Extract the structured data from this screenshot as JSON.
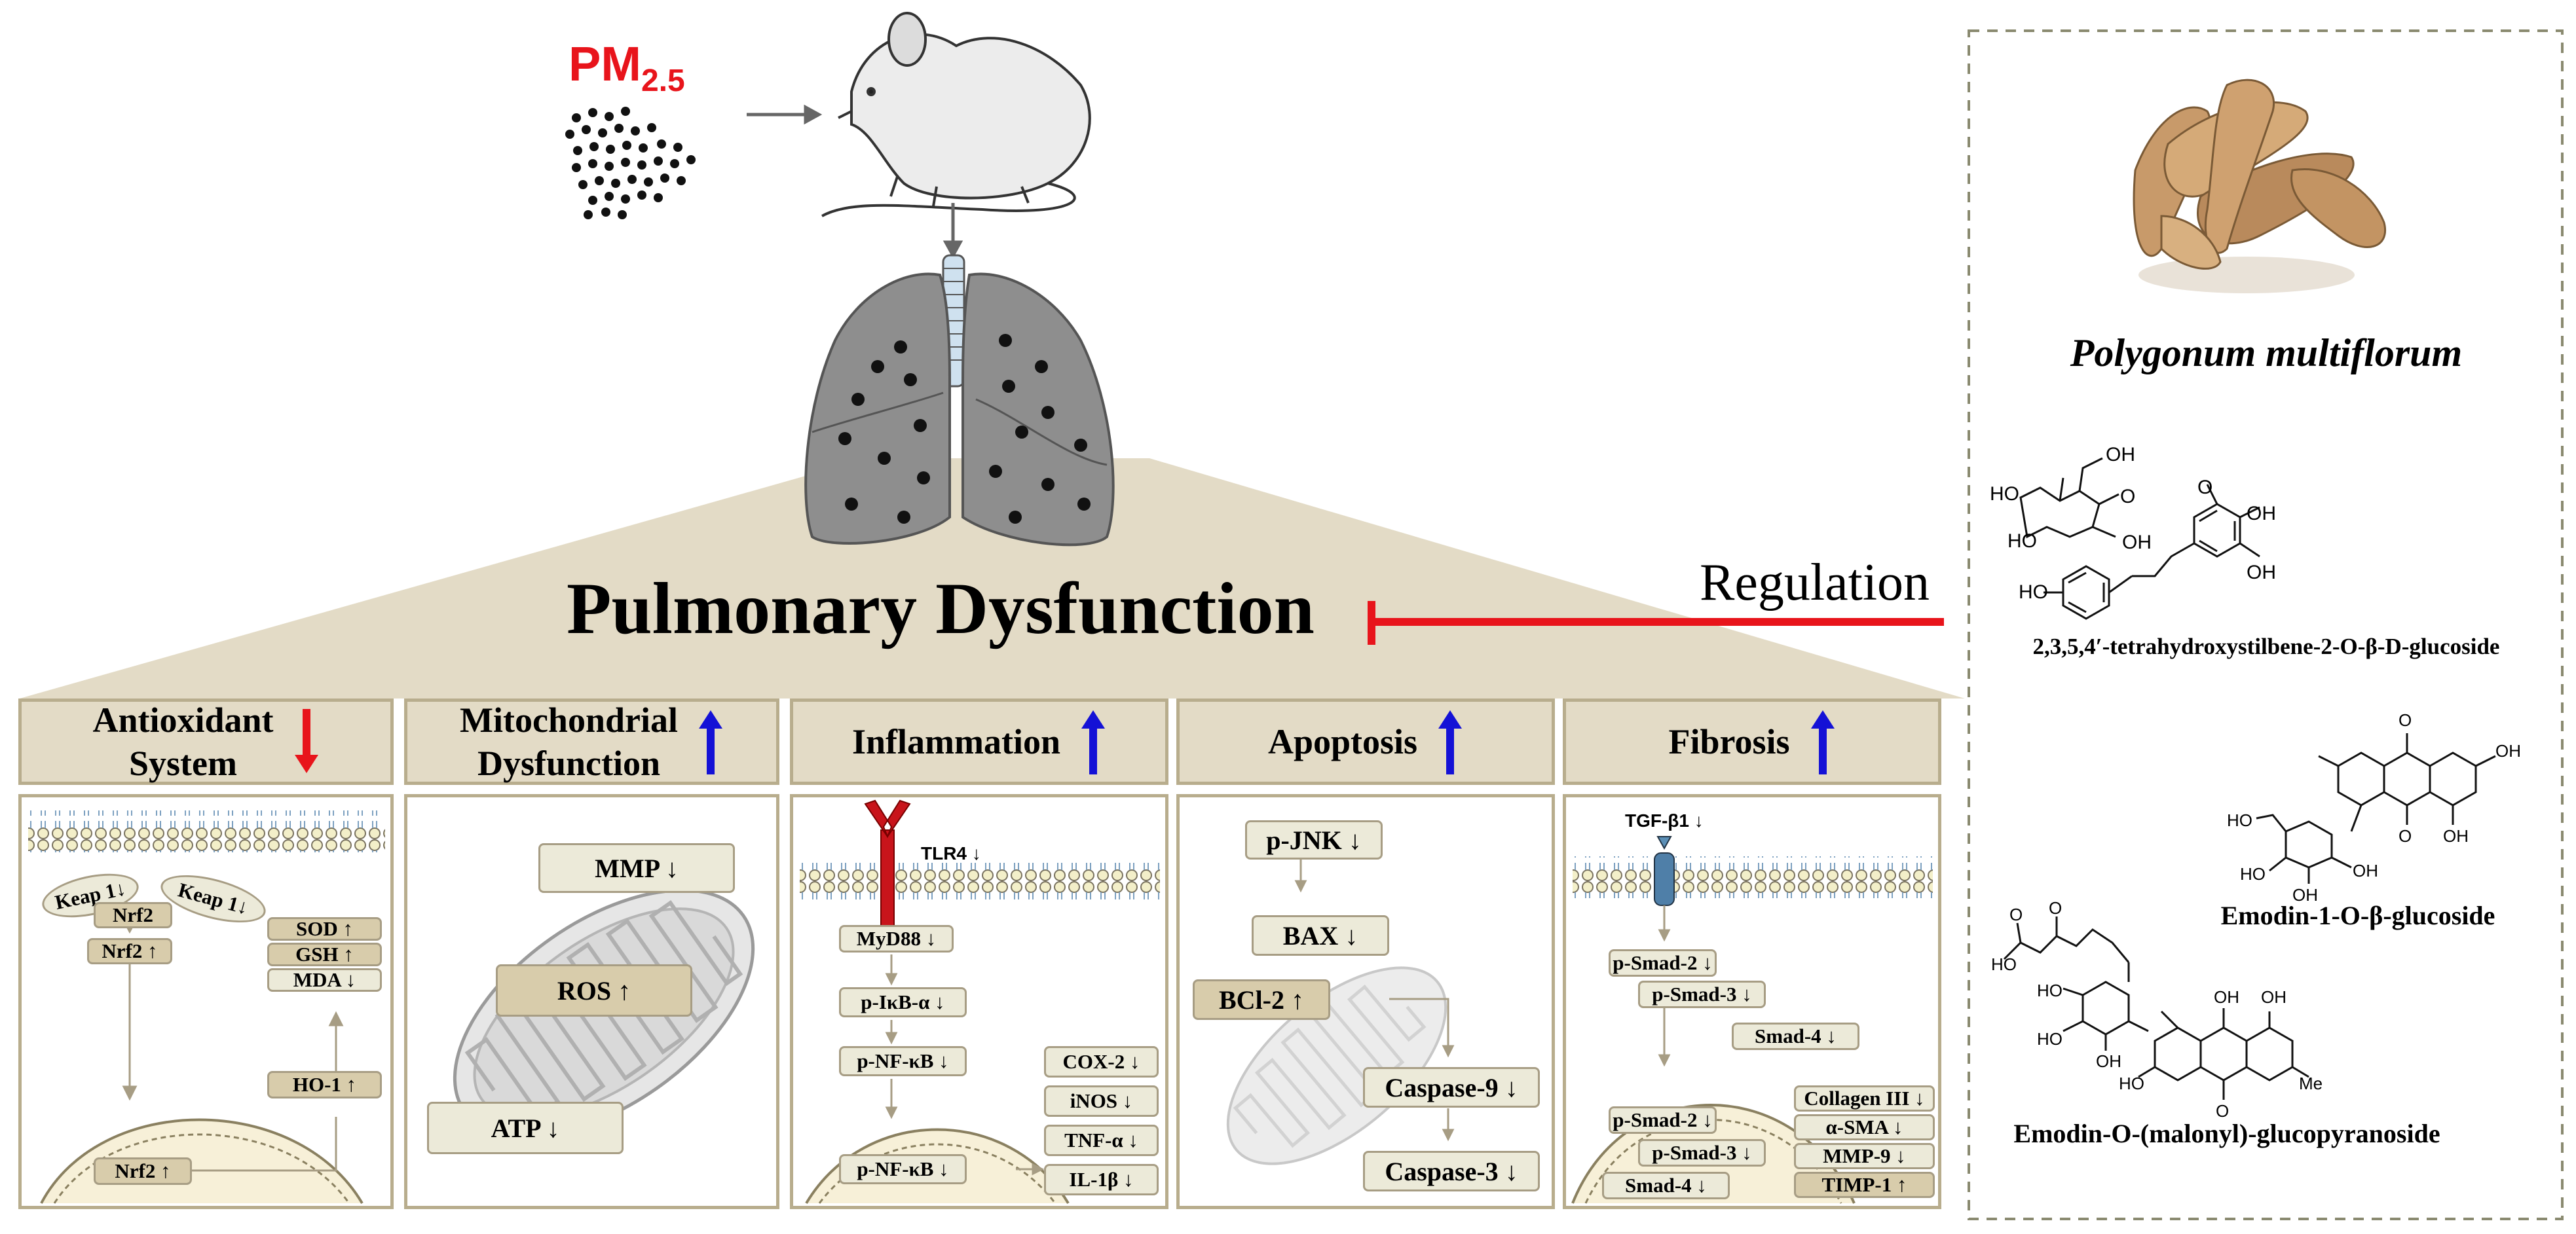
{
  "pollutant": {
    "main": "PM",
    "sub": "2.5"
  },
  "title": "Pulmonary Dysfunction",
  "regulation": "Regulation",
  "herb": {
    "name": "Polygonum multiflorum",
    "compounds": [
      "2,3,5,4′-tetrahydroxystilbene-2-O-β-D-glucoside",
      "Emodin-1-O-β-glucoside",
      "Emodin-O-(malonyl)-glucopyranoside"
    ],
    "atom_labels": {
      "oh": "OH",
      "ho": "HO",
      "o": "O",
      "me": "Me"
    }
  },
  "categories": [
    {
      "label": "Antioxidant\nSystem",
      "arrow": "down",
      "color": "#e8141b"
    },
    {
      "label": "Mitochondrial\nDysfunction",
      "arrow": "up",
      "color": "#1411d6"
    },
    {
      "label": "Inflammation",
      "arrow": "up",
      "color": "#1411d6"
    },
    {
      "label": "Apoptosis",
      "arrow": "up",
      "color": "#1411d6"
    },
    {
      "label": "Fibrosis",
      "arrow": "up",
      "color": "#1411d6"
    }
  ],
  "antioxidant": {
    "keap1a": "Keap 1↓",
    "keap1b": "Keap 1↓",
    "nrf2_complex": "Nrf2",
    "nrf2_up": "Nrf2 ↑",
    "nrf2_nuc": "Nrf2 ↑",
    "ho1": "HO-1 ↑",
    "sod": "SOD ↑",
    "gsh": "GSH ↑",
    "mda": "MDA ↓"
  },
  "mito": {
    "mmp": "MMP ↓",
    "ros": "ROS ↑",
    "atp": "ATP ↓"
  },
  "inflammation": {
    "tlr4": "TLR4 ↓",
    "myd88": "MyD88 ↓",
    "pikb": "p-IκB-α ↓",
    "pnfkb": "p-NF-κB ↓",
    "pnfkb_nuc": "p-NF-κB ↓",
    "cox2": "COX-2 ↓",
    "inos": "iNOS ↓",
    "tnfa": "TNF-α ↓",
    "il1b": "IL-1β ↓"
  },
  "apoptosis": {
    "pjnk": "p-JNK ↓",
    "bax": "BAX ↓",
    "bcl2": "BCl-2 ↑",
    "casp9": "Caspase-9 ↓",
    "casp3": "Caspase-3 ↓"
  },
  "fibrosis": {
    "tgfb1": "TGF-β1 ↓",
    "psmad2": "p-Smad-2 ↓",
    "psmad3": "p-Smad-3 ↓",
    "smad4": "Smad-4 ↓",
    "psmad2_nuc": "p-Smad-2 ↓",
    "psmad3_nuc": "p-Smad-3 ↓",
    "smad4_nuc": "Smad-4 ↓",
    "collagen": "Collagen III ↓",
    "asma": "α-SMA ↓",
    "mmp9": "MMP-9 ↓",
    "timp1": "TIMP-1 ↑"
  },
  "colors": {
    "red": "#e8141b",
    "blue": "#1411d6",
    "beige": "#e3dbc6",
    "border": "#b8ad8d",
    "lung": "#8e8e8e"
  }
}
